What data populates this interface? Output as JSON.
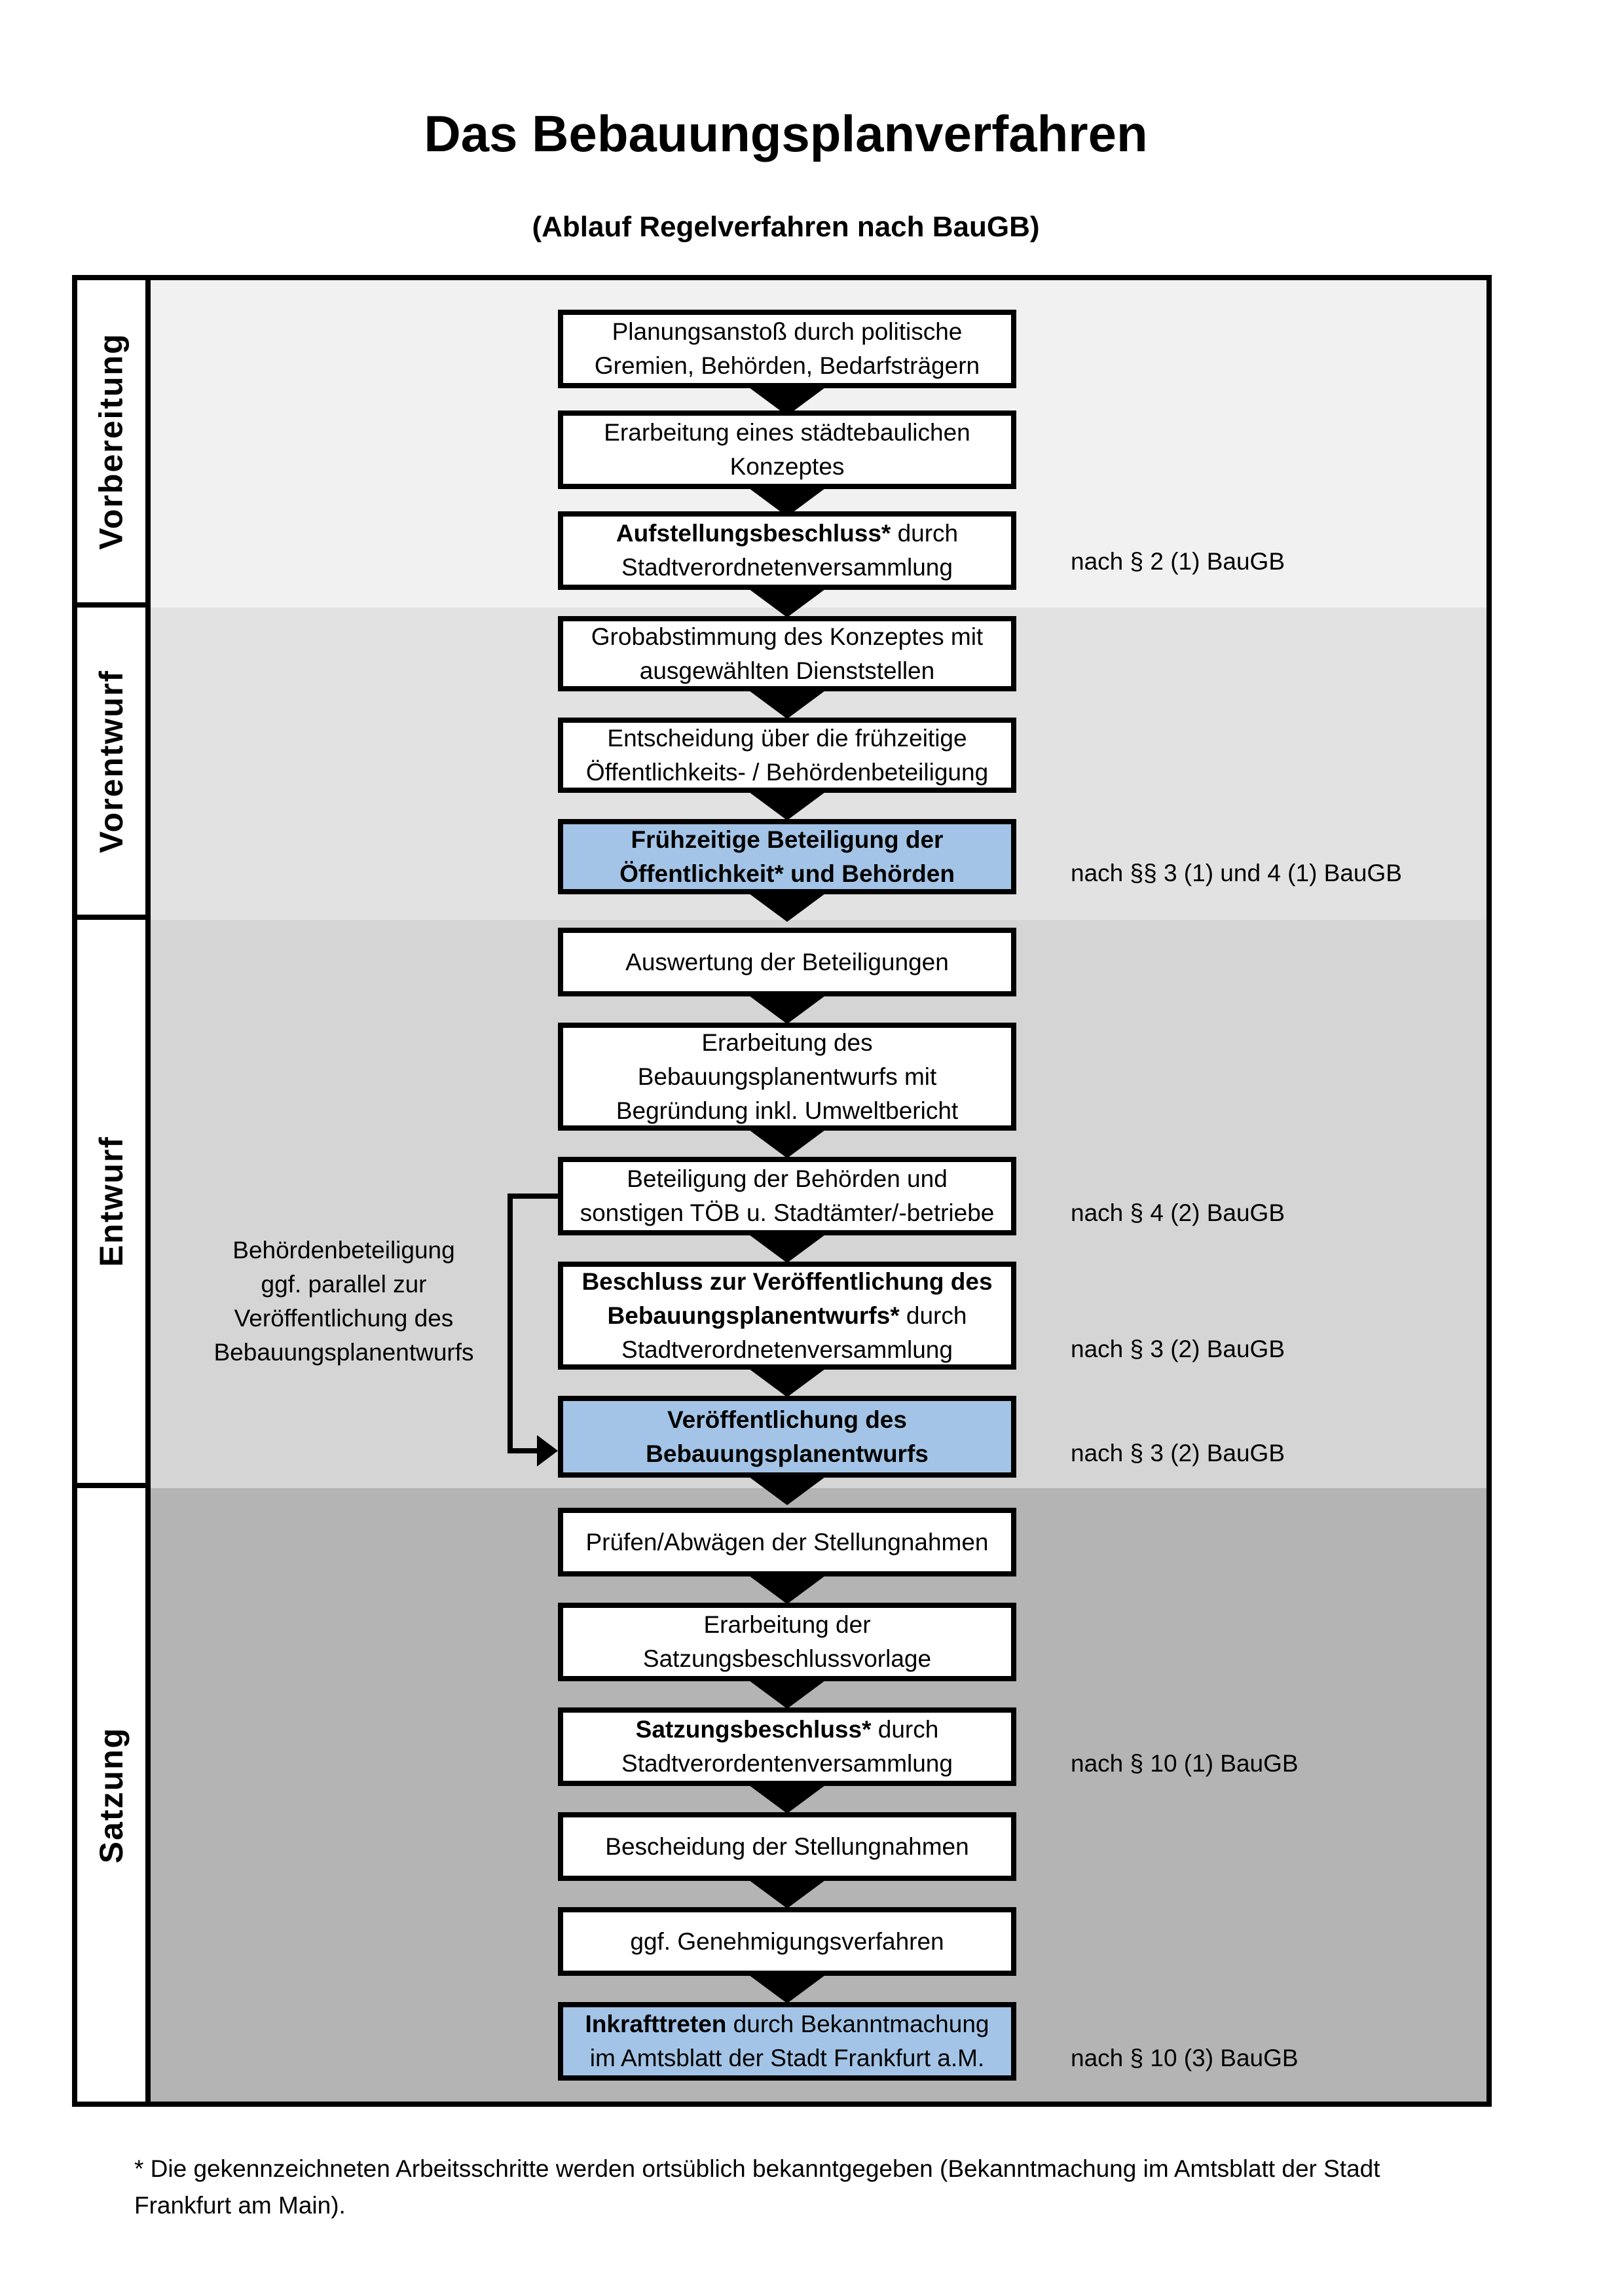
{
  "title": "Das Bebauungsplanverfahren",
  "subtitle": "(Ablauf Regelverfahren nach BauGB)",
  "phases": [
    {
      "label": "Vorbereitung"
    },
    {
      "label": "Vorentwurf"
    },
    {
      "label": "Entwurf"
    },
    {
      "label": "Satzung"
    }
  ],
  "boxes": {
    "b1": {
      "lines": [
        {
          "t": "Planungsanstoß durch politische"
        },
        {
          "t": "Gremien, Behörden, Bedarfsträgern"
        }
      ]
    },
    "b2": {
      "lines": [
        {
          "t": "Erarbeitung eines städtebaulichen"
        },
        {
          "t": "Konzeptes"
        }
      ]
    },
    "b3": {
      "lines": [
        {
          "b": "Aufstellungsbeschluss*",
          "t": " durch"
        },
        {
          "t": "Stadtverordnetenversammlung"
        }
      ]
    },
    "b4": {
      "lines": [
        {
          "t": "Grobabstimmung des Konzeptes mit"
        },
        {
          "t": "ausgewählten Dienststellen"
        }
      ]
    },
    "b5": {
      "lines": [
        {
          "t": "Entscheidung über die frühzeitige"
        },
        {
          "t": "Öffentlichkeits- / Behördenbeteiligung"
        }
      ]
    },
    "b6": {
      "lines": [
        {
          "b": "Frühzeitige Beteiligung der"
        },
        {
          "b": "Öffentlichkeit* und Behörden"
        }
      ]
    },
    "b7": {
      "lines": [
        {
          "t": "Auswertung der Beteiligungen"
        }
      ]
    },
    "b8": {
      "lines": [
        {
          "t": "Erarbeitung des"
        },
        {
          "t": "Bebauungsplanentwurfs mit"
        },
        {
          "t": "Begründung inkl. Umweltbericht"
        }
      ]
    },
    "b9": {
      "lines": [
        {
          "t": "Beteiligung der Behörden und"
        },
        {
          "t": "sonstigen TÖB u. Stadtämter/-betriebe"
        }
      ]
    },
    "b10": {
      "lines": [
        {
          "b": "Beschluss zur Veröffentlichung des"
        },
        {
          "b": "Bebauungsplanentwurfs*",
          "t": " durch"
        },
        {
          "t": "Stadtverordnetenversammlung"
        }
      ]
    },
    "b11": {
      "lines": [
        {
          "b": "Veröffentlichung des"
        },
        {
          "b": "Bebauungsplanentwurfs"
        }
      ]
    },
    "b12": {
      "lines": [
        {
          "t": "Prüfen/Abwägen der Stellungnahmen"
        }
      ]
    },
    "b13": {
      "lines": [
        {
          "t": "Erarbeitung der"
        },
        {
          "t": "Satzungsbeschlussvorlage"
        }
      ]
    },
    "b14": {
      "lines": [
        {
          "b": "Satzungsbeschluss*",
          "t": " durch"
        },
        {
          "t": "Stadtverordentenversammlung"
        }
      ]
    },
    "b15": {
      "lines": [
        {
          "t": "Bescheidung der Stellungnahmen"
        }
      ]
    },
    "b16": {
      "lines": [
        {
          "t": "ggf. Genehmigungsverfahren"
        }
      ]
    },
    "b17": {
      "lines": [
        {
          "b": "Inkrafttreten",
          "t": " durch Bekanntmachung"
        },
        {
          "t": "im Amtsblatt der Stadt Frankfurt a.M."
        }
      ]
    }
  },
  "references": {
    "r1": "nach § 2 (1) BauGB",
    "r2": "nach §§ 3 (1) und 4 (1) BauGB",
    "r3": "nach § 4 (2) BauGB",
    "r4": "nach § 3 (2) BauGB",
    "r5": "nach § 3 (2) BauGB",
    "r6": "nach § 10 (1) BauGB",
    "r7": "nach § 10 (3) BauGB"
  },
  "side_note": {
    "lines": [
      "Behördenbeteiligung",
      "ggf. parallel zur",
      "Veröffentlichung des",
      "Bebauungsplanentwurfs"
    ]
  },
  "footnote": {
    "line1": "* Die gekennzeichneten Arbeitsschritte werden ortsüblich bekanntgegeben (Bekanntmachung im Amtsblatt  der Stadt",
    "line2": "Frankfurt am Main)."
  },
  "colors": {
    "phase_bg": [
      "#F1F1F1",
      "#E2E2E2",
      "#D5D5D5",
      "#B4B4B4"
    ],
    "highlight_box": "#A3C4E6",
    "box_border": "#000000"
  }
}
